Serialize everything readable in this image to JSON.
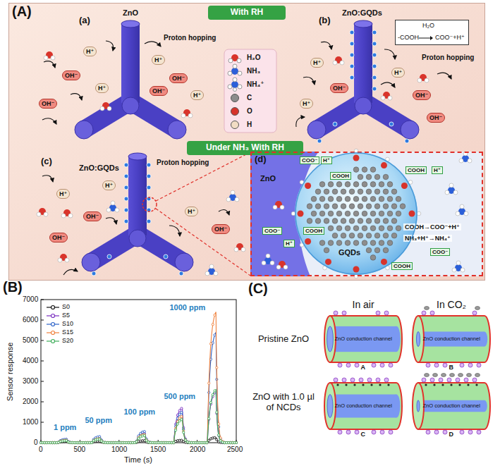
{
  "diagram": {
    "nodes": [
      {
        "text": [
          "(A)"
        ]
      },
      {
        "text": [
          "With RH"
        ],
        "in": 0
      },
      {
        "text": [
          "H₂O",
          "-COOH",
          "COO⁻+H⁺"
        ],
        "in": 0
      },
      {
        "text": [
          "Under NH₃ With RH"
        ],
        "in": 0
      },
      {
        "text": [
          "(d)",
          "ZnO",
          "COOH→COO⁻+H⁺",
          "NH₃+H⁺→NH₄⁺"
        ],
        "in": 0
      },
      {
        "text": [
          "GQDs"
        ],
        "in": 4
      }
    ],
    "labels": [
      "(a)",
      "ZnO",
      "Proton hopping",
      "(b)",
      "ZnO:GQDs",
      "Proton hopping",
      "(c)",
      "ZnO:GQDs",
      "Proton hopping",
      "H⁺",
      "OH⁻",
      "H⁺",
      "OH⁻",
      "H⁺",
      "OH⁻",
      "H⁺",
      "OH⁻",
      "H⁺",
      "OH⁻",
      "H⁺",
      "OH⁻",
      "H⁺",
      "OH⁻",
      "H⁺",
      "OH⁻",
      "H⁺",
      "OH⁻",
      "H⁺",
      "OH⁻",
      "COO⁻",
      "H⁺",
      "COOH",
      "COOH",
      "H⁺",
      "COO⁻",
      "H⁺",
      "COOH",
      "COO⁻",
      "COOH",
      "(B)",
      "Sensor response",
      "Time (s)",
      "0",
      "1000",
      "2000",
      "3000",
      "4000",
      "5000",
      "6000",
      "7000",
      "0",
      "500",
      "1000",
      "1500",
      "2000",
      "2500",
      "1 ppm",
      "50 ppm",
      "100 ppm",
      "500 ppm",
      "1000 ppm",
      "(C)",
      "In air",
      "In CO₂",
      "Pristine ZnO",
      "ZnO with 1.0 µl of NCDs",
      "ZnO conduction channel",
      "ZnO conduction channel",
      "ZnO conduction channel",
      "ZnO conduction channel",
      "A",
      "B",
      "C",
      "D"
    ],
    "legend": [
      {
        "text": "H₂O"
      },
      {
        "text": "NH₃"
      },
      {
        "text": "NH₄⁺"
      },
      {
        "text": "C",
        "color": "#8c8c8c"
      },
      {
        "text": "O",
        "color": "#d7332b"
      },
      {
        "text": "H",
        "color": "#f2dcc4"
      },
      {
        "text": "S0"
      },
      {
        "text": "S5"
      },
      {
        "text": "S10"
      },
      {
        "text": "S15"
      },
      {
        "text": "S20"
      }
    ]
  }
}
